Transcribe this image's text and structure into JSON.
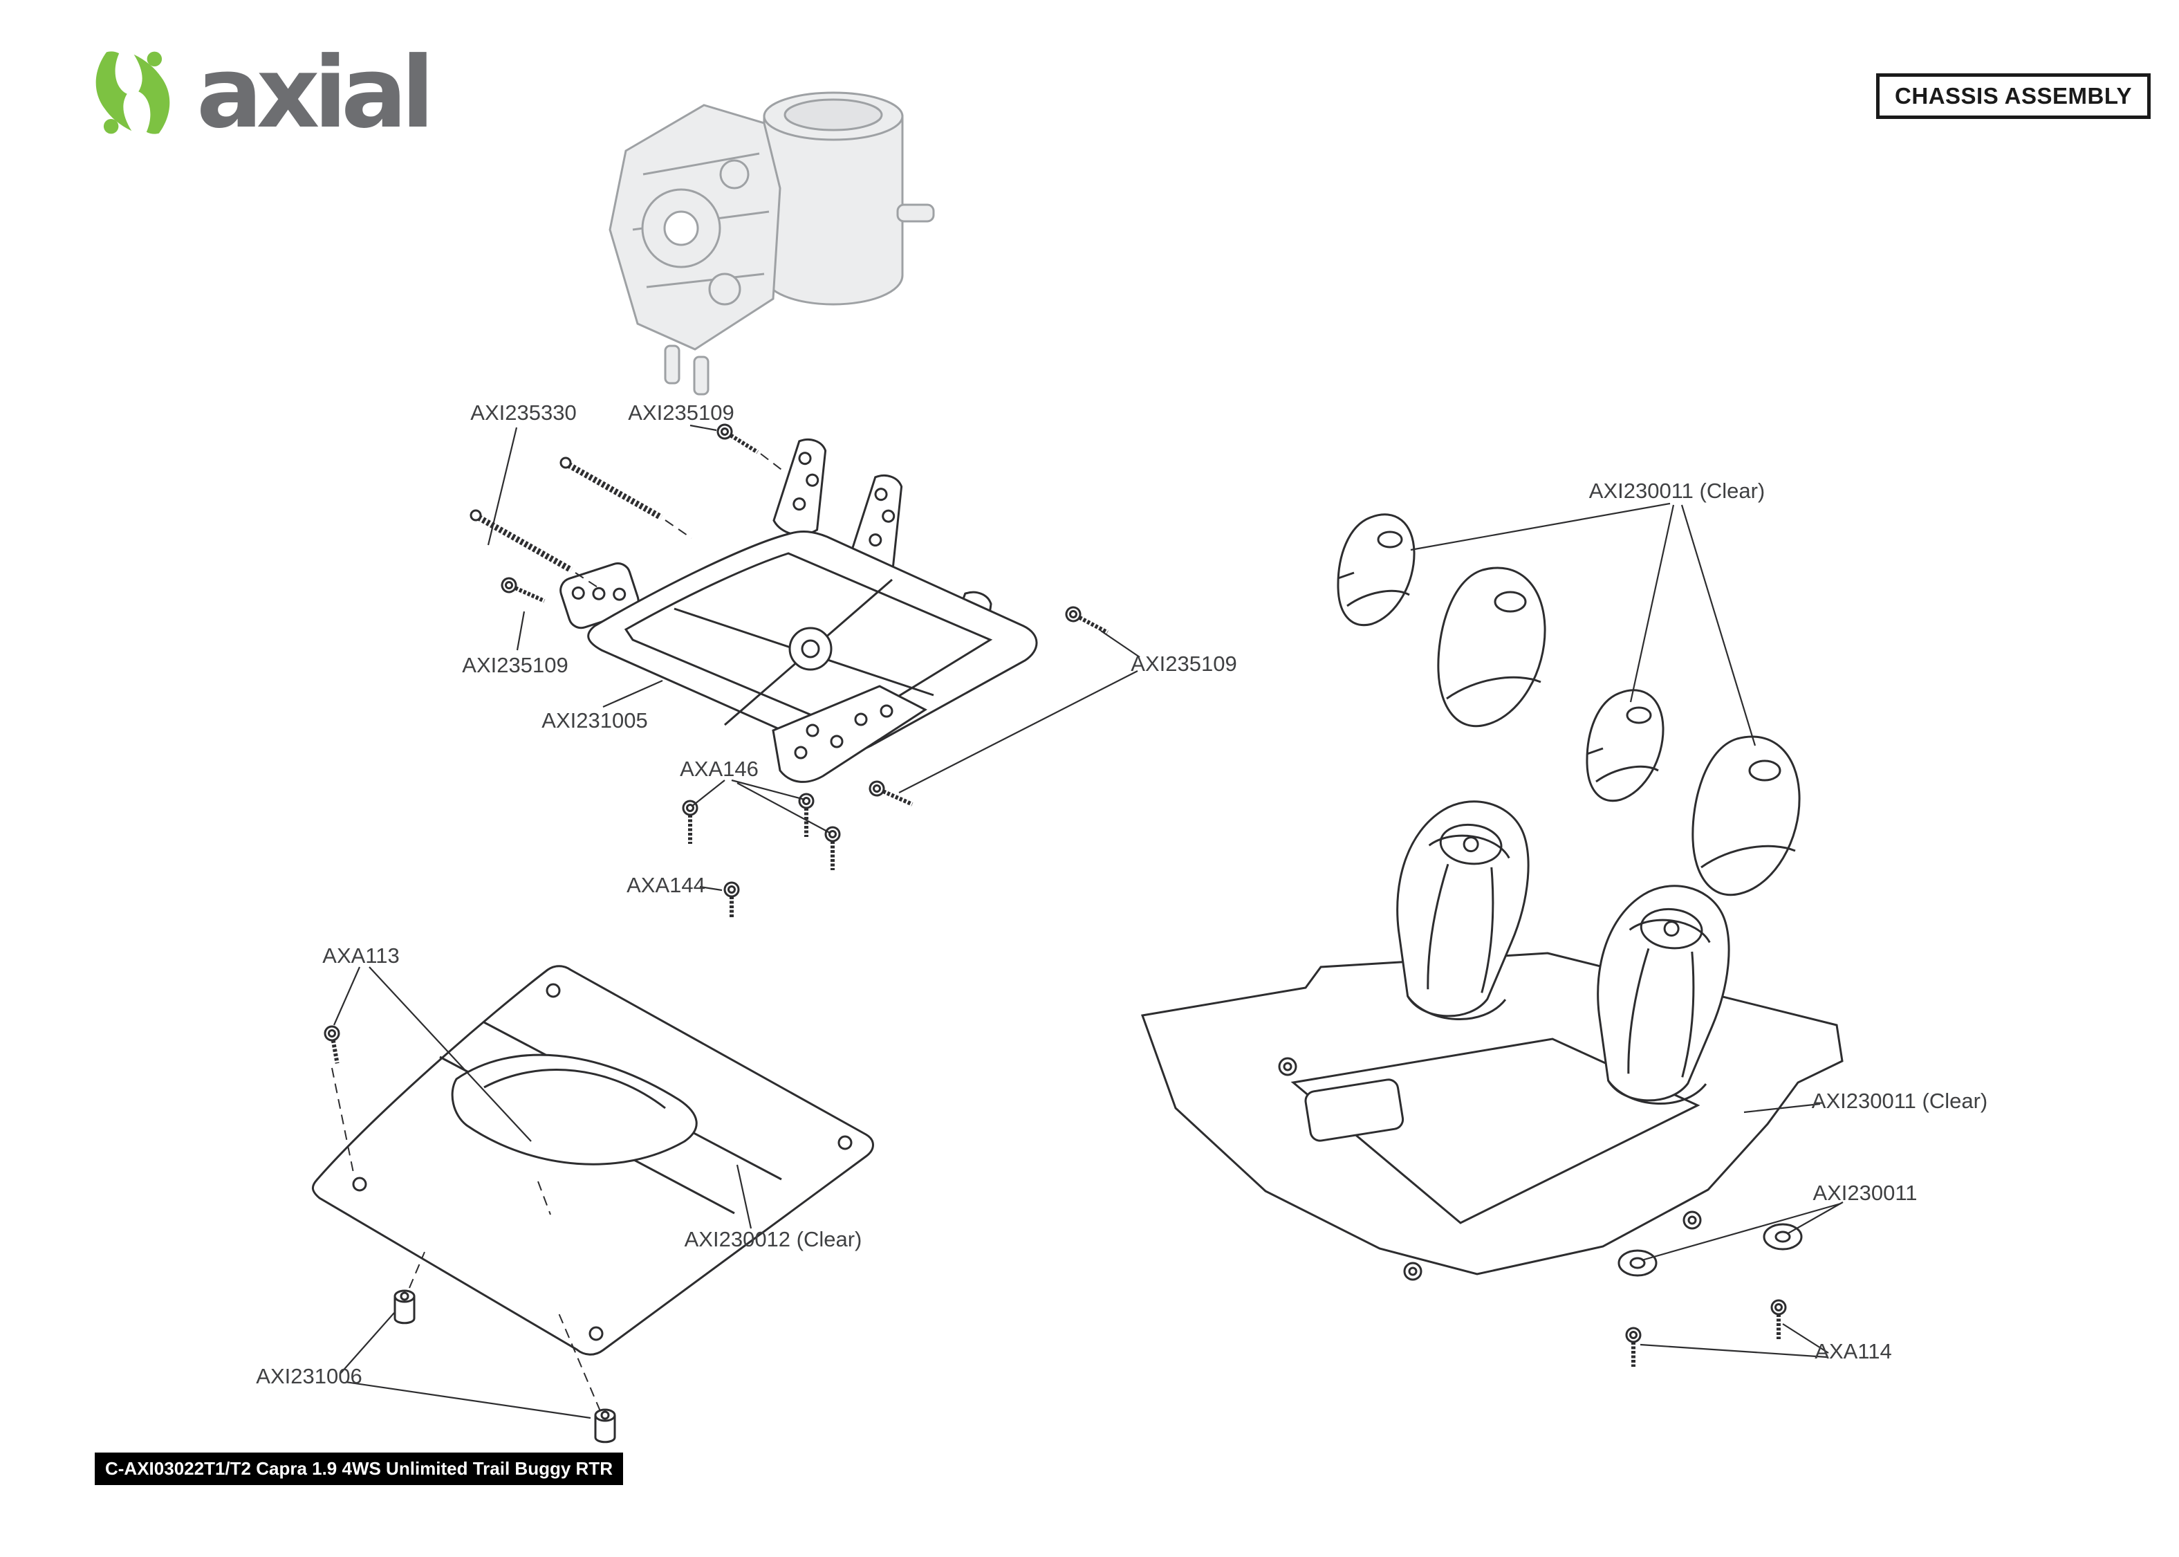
{
  "header": {
    "brand_wordmark": "axial",
    "assembly_title": "CHASSIS ASSEMBLY"
  },
  "icons": {
    "logo": "axial-x-mark"
  },
  "colors": {
    "brand_green": "#7DC242",
    "brand_gray": "#6D6E71",
    "line_dark": "#2D2D2F",
    "reference_gray": "#9EA1A4"
  },
  "part_labels": {
    "long_screws": "AXI235330",
    "screw_top": "AXI235109",
    "screw_left": "AXI235109",
    "screw_right": "AXI235109",
    "chassis_frame": "AXI231005",
    "screws_axa146": "AXA146",
    "screw_axa144": "AXA144",
    "body_panels_clear": "AXI230011 (Clear)",
    "interior_tub_clear": "AXI230011 (Clear)",
    "body_washers": "AXI230011",
    "screws_axa114": "AXA114",
    "screws_axa113": "AXA113",
    "hood_clear": "AXI230012 (Clear)",
    "body_posts": "AXI231006"
  },
  "footer": {
    "model_label": "C-AXI03022T1/T2 Capra 1.9 4WS Unlimited Trail Buggy RTR"
  }
}
